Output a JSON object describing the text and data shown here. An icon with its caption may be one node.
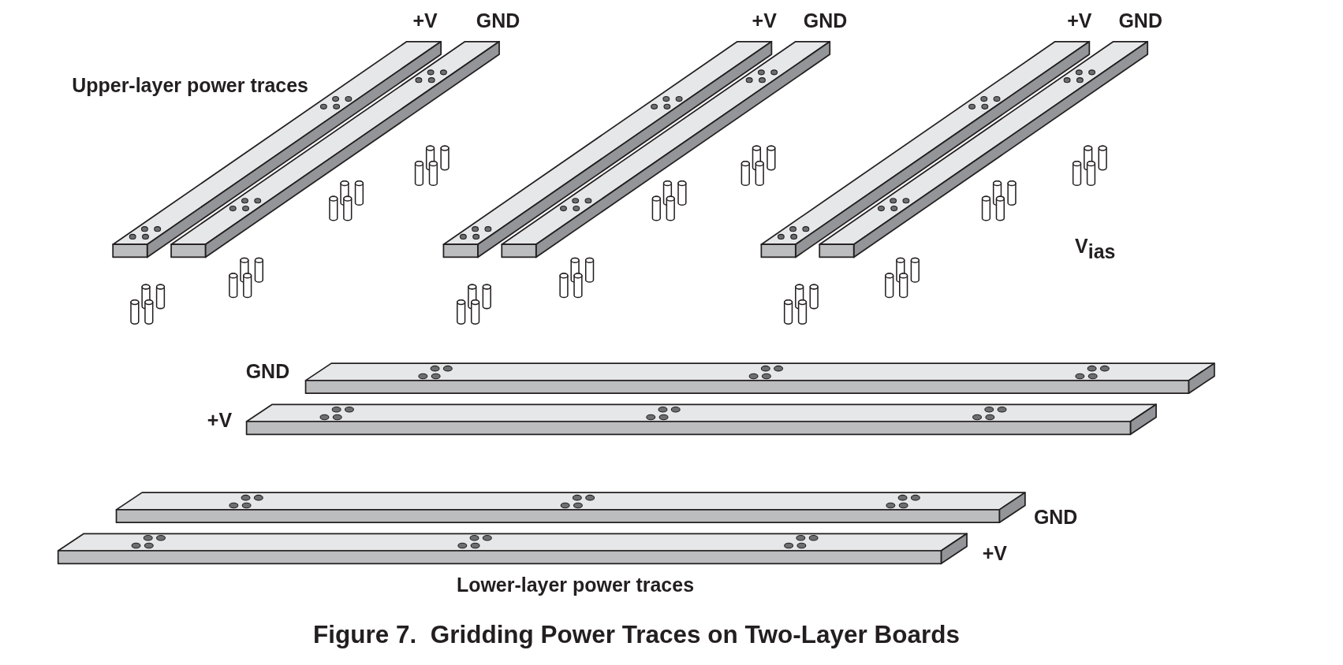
{
  "diagram": {
    "caption": "Figure 7.  Gridding Power Traces on Two-Layer Boards",
    "labels": [
      "+V",
      "GND",
      "+V",
      "GND",
      "+V",
      "GND",
      "Upper-layer power traces",
      "V$_{ias}$",
      "GND",
      "+V",
      "GND",
      "+V",
      "Lower-layer power traces"
    ]
  }
}
